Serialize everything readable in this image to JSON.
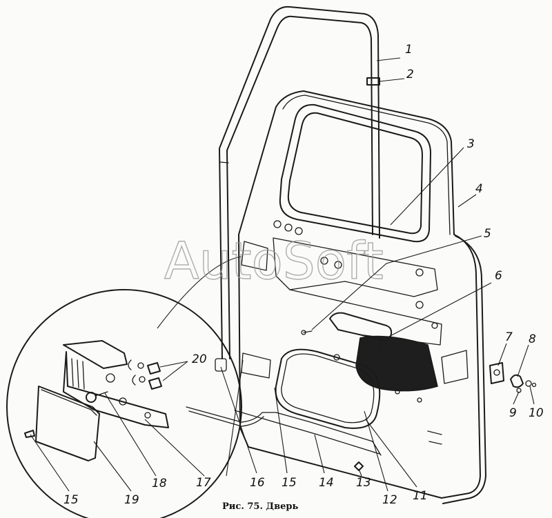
{
  "caption": "Рис. 75. Дверь",
  "watermark": "AutoSoft",
  "callouts": [
    "1",
    "2",
    "3",
    "4",
    "5",
    "6",
    "7",
    "8",
    "9",
    "10",
    "11",
    "12",
    "13",
    "14",
    "15",
    "16",
    "17",
    "18",
    "19",
    "20",
    "15"
  ]
}
